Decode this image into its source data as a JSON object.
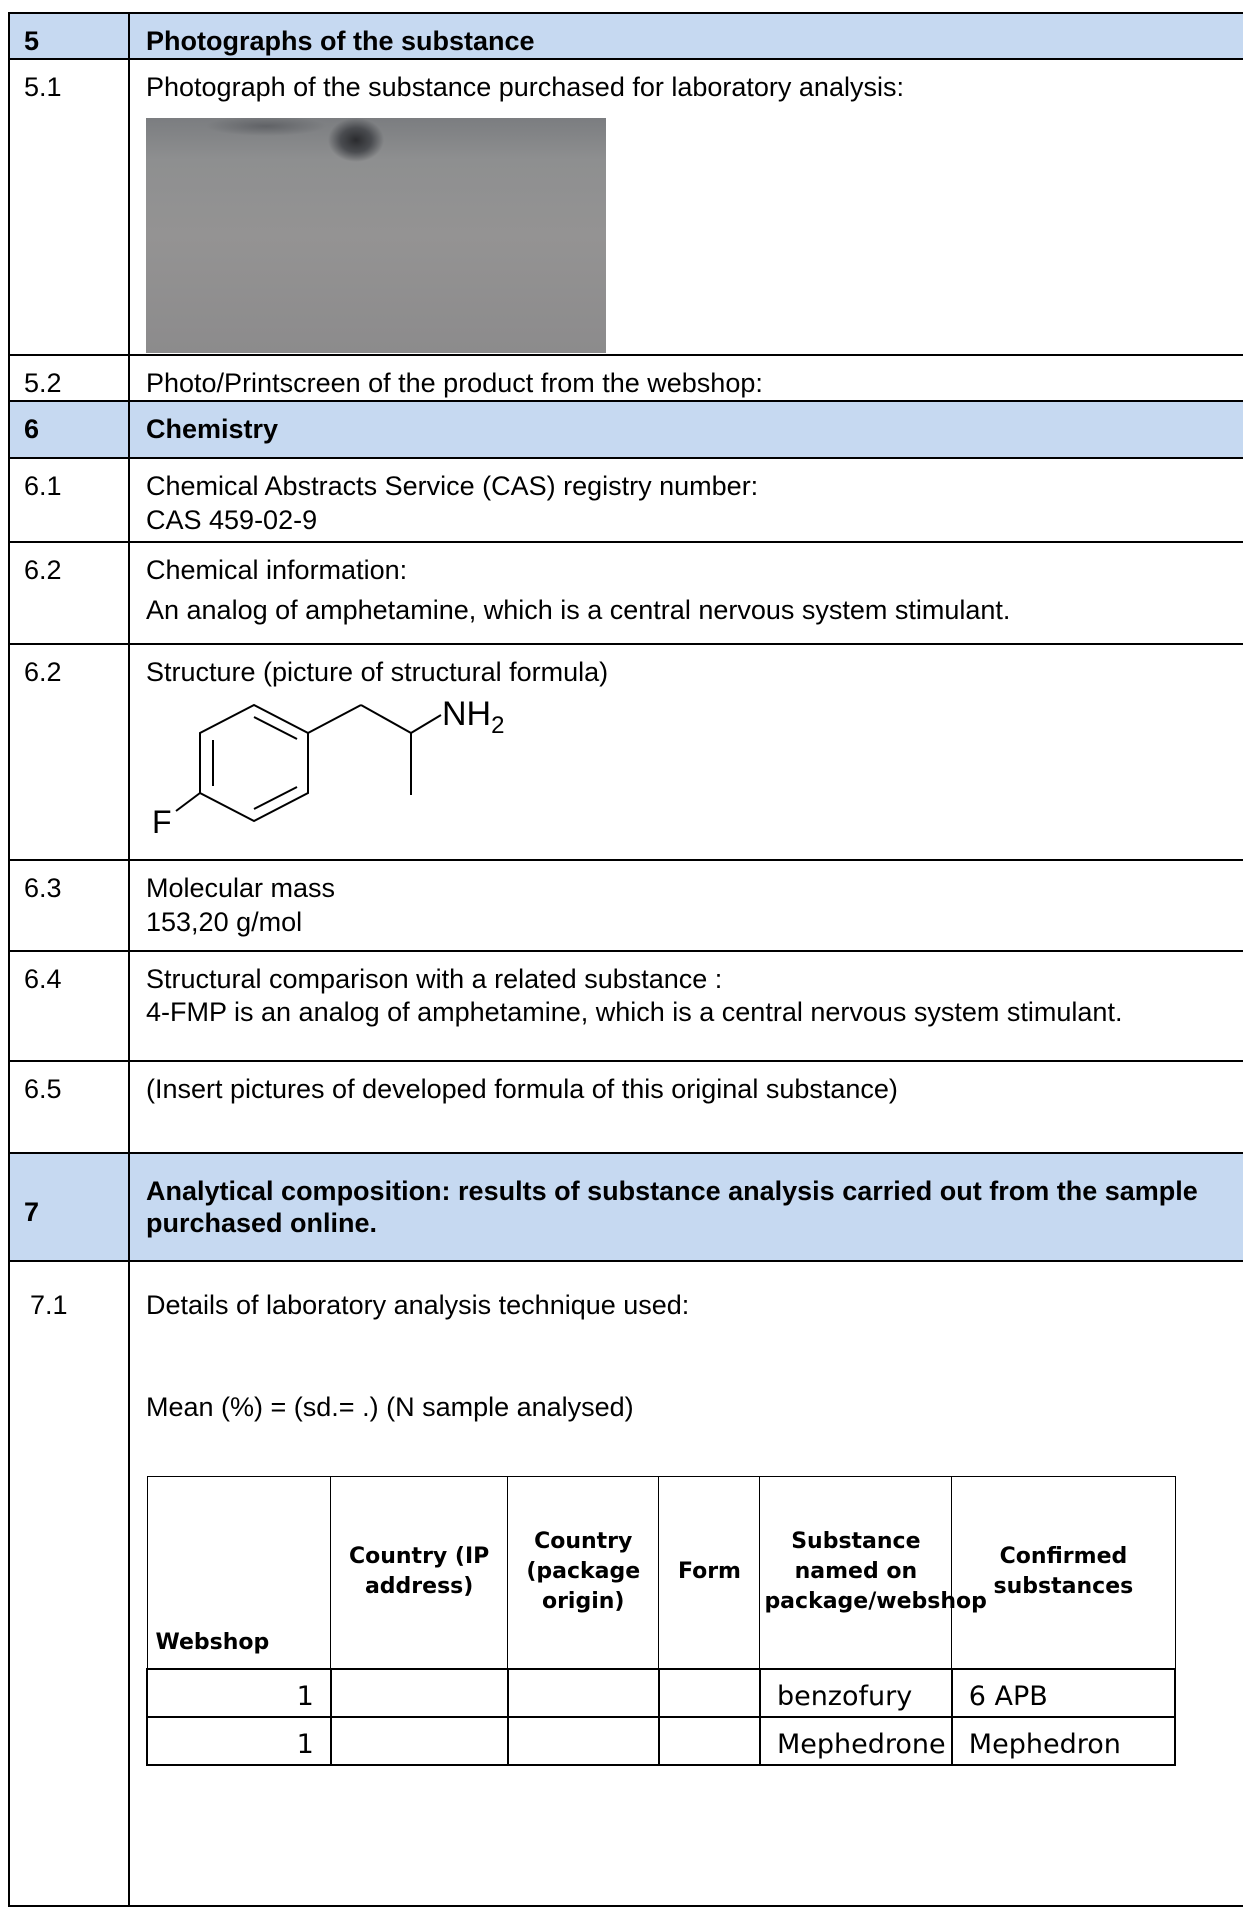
{
  "sections": {
    "s5": {
      "num": "5",
      "title": "Photographs of the substance"
    },
    "s6": {
      "num": "6",
      "title": "Chemistry"
    },
    "s7": {
      "num": "7",
      "title": "Analytical composition: results of substance analysis carried out from the sample purchased online."
    }
  },
  "rows": {
    "r51": {
      "num": "5.1",
      "text": "Photograph of the substance purchased for laboratory analysis:"
    },
    "r52": {
      "num": "5.2",
      "text": "Photo/Printscreen of the product from the webshop:"
    },
    "r61": {
      "num": "6.1",
      "line1": "Chemical Abstracts Service (CAS) registry number:",
      "line2": "CAS 459-02-9"
    },
    "r62a": {
      "num": "6.2",
      "line1": "Chemical information:",
      "line2": "An analog of amphetamine, which is a central nervous system stimulant."
    },
    "r62b": {
      "num": "6.2",
      "text": "Structure (picture of structural formula)"
    },
    "r63": {
      "num": "6.3",
      "line1": "Molecular mass",
      "line2": "153,20 g/mol"
    },
    "r64": {
      "num": "6.4",
      "line1": "Structural comparison with a related substance :",
      "line2": " 4-FMP is an analog of amphetamine, which is a central nervous system stimulant."
    },
    "r65": {
      "num": "6.5",
      "text": "(Insert pictures of developed formula of this original substance)"
    },
    "r71": {
      "num": "7.1",
      "line1": "Details of laboratory analysis technique used:",
      "line2": "Mean (%) =  (sd.= .) (N sample analysed)"
    }
  },
  "structure": {
    "amine": "NH",
    "amine_sub": "2",
    "halogen": "F"
  },
  "analysis_table": {
    "headers": [
      "Webshop",
      "Country (IP address)",
      "Country (package origin)",
      "Form",
      "Substance named on package/webshop",
      "Confirmed substances"
    ],
    "rows": [
      [
        "1",
        "",
        "",
        "",
        "benzofury",
        "6 APB"
      ],
      [
        "1",
        "",
        "",
        "",
        "Mephedrone",
        "Mephedron"
      ]
    ]
  }
}
